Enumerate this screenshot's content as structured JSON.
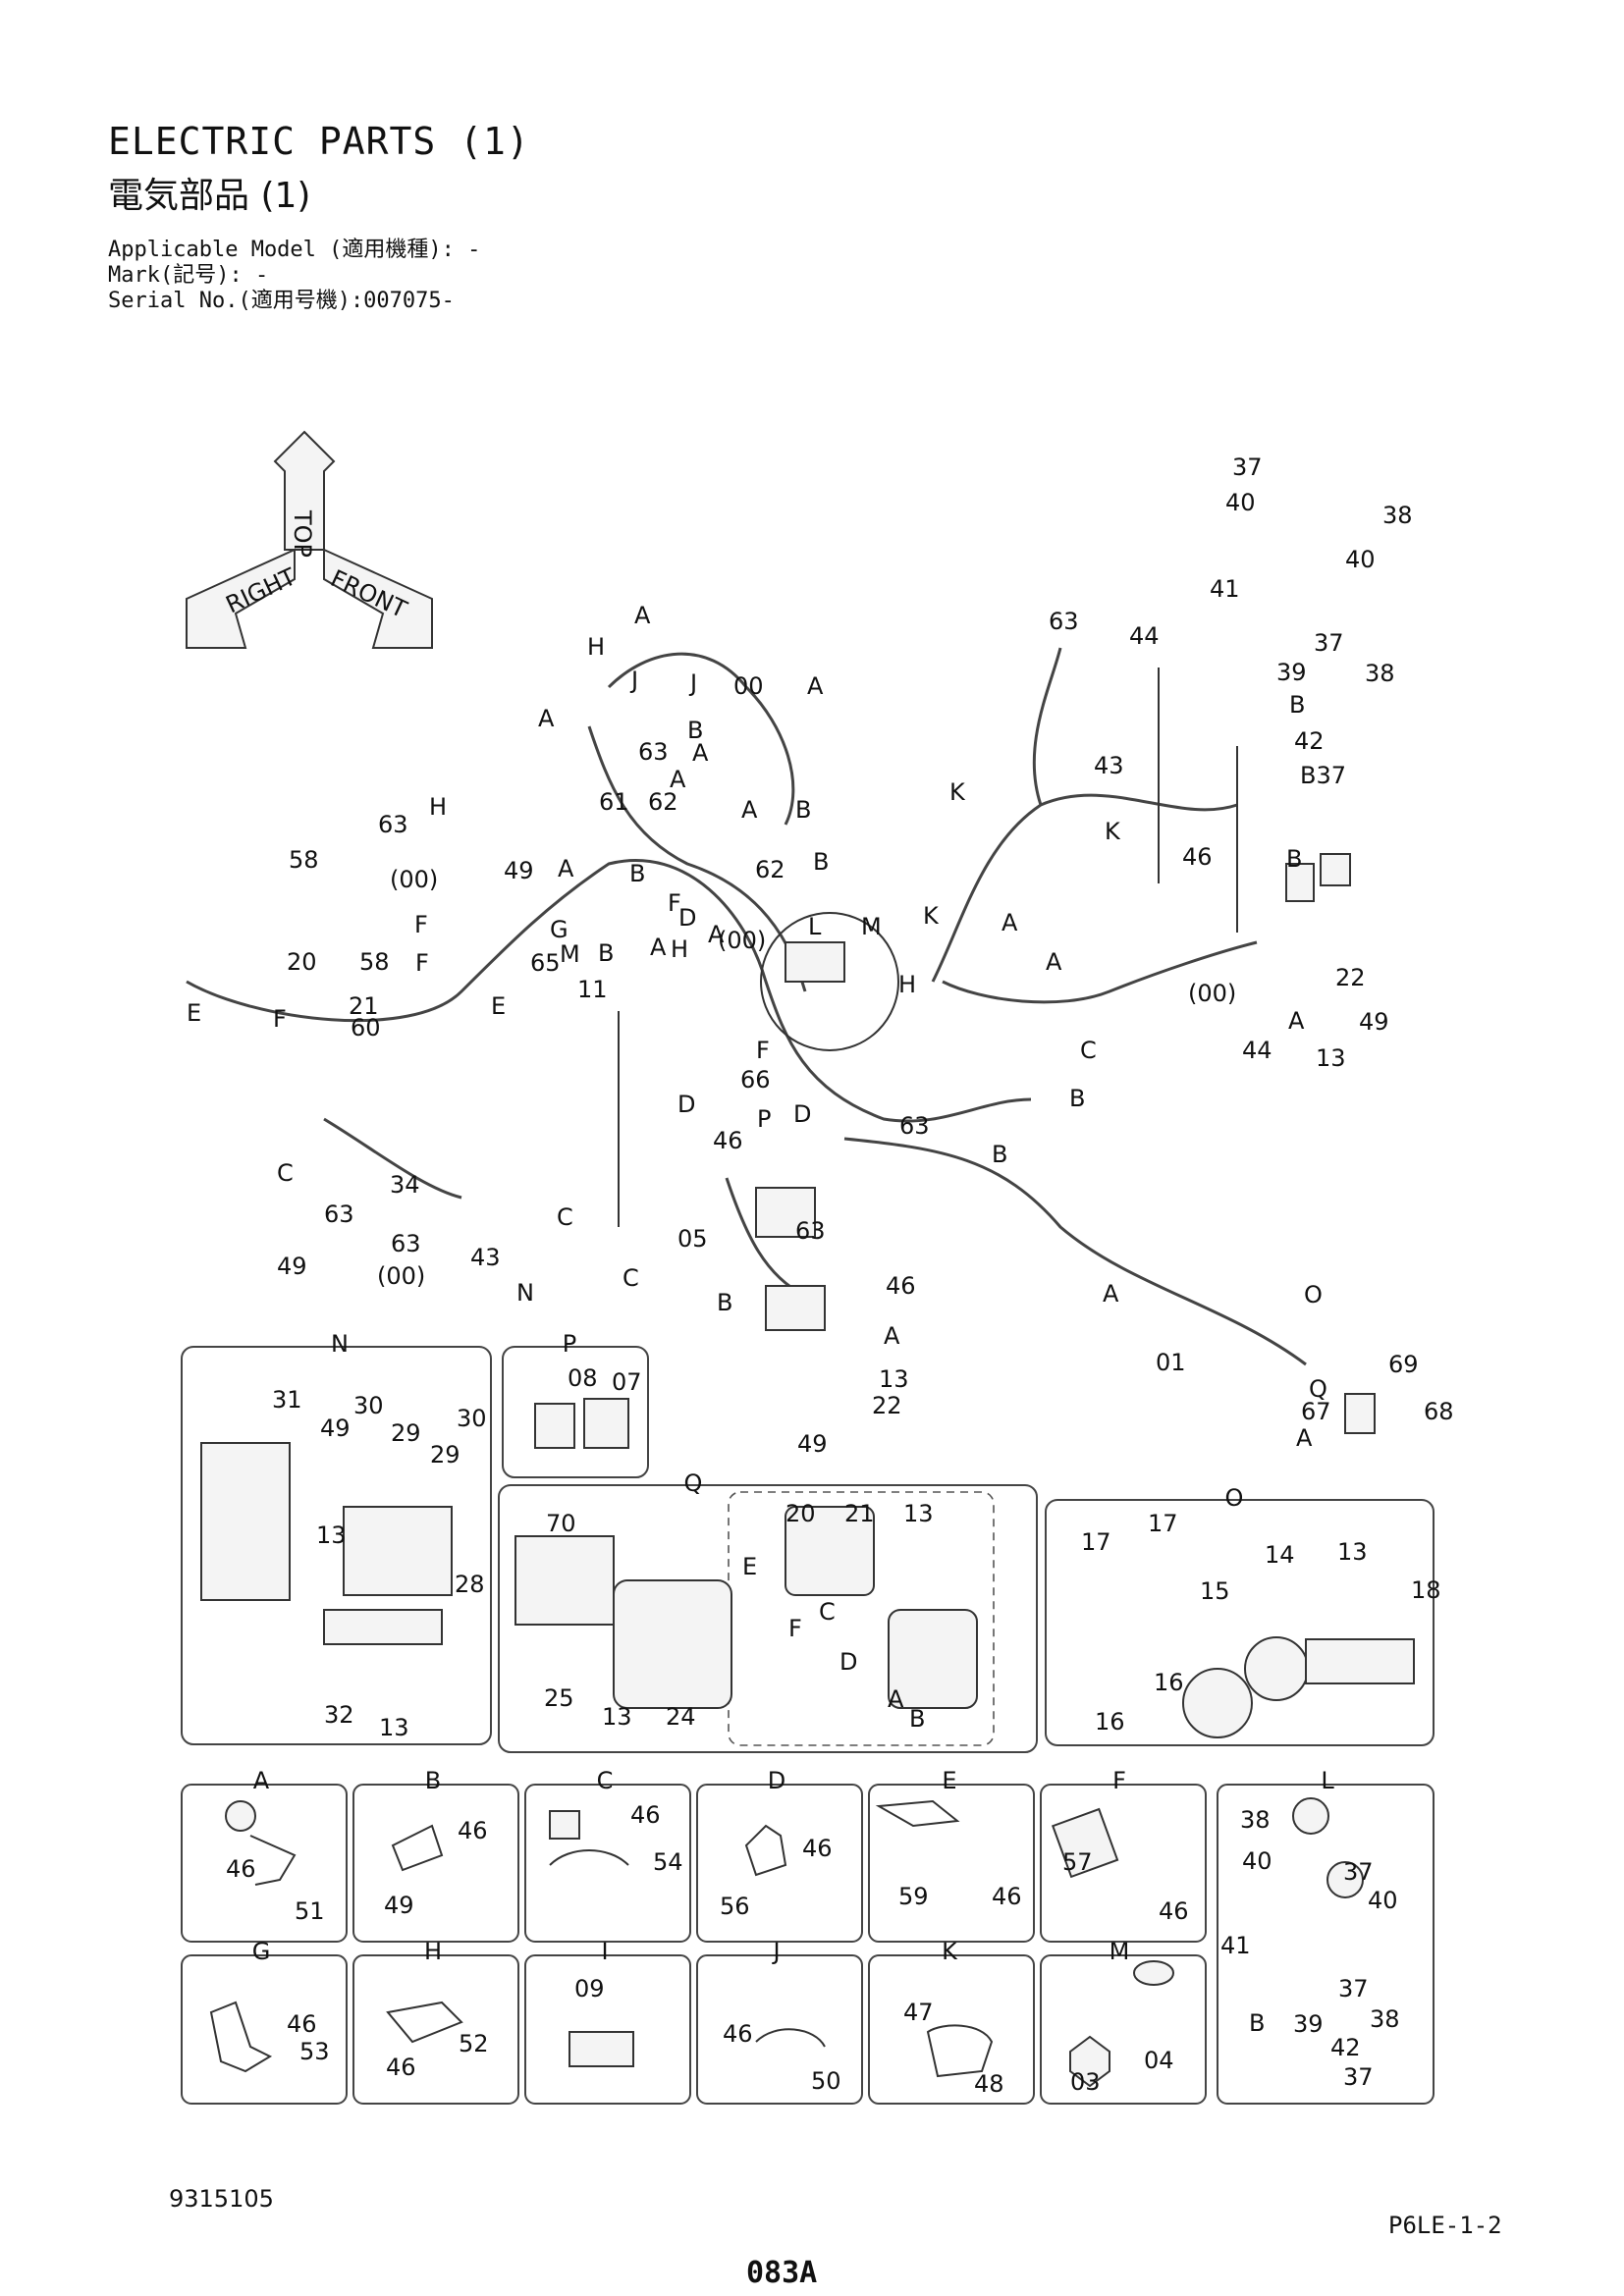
{
  "header": {
    "title_en": "ELECTRIC PARTS (1)",
    "title_jp": "電気部品 (1)",
    "applicable_model": "Applicable Model (適用機種): -",
    "mark": "Mark(記号): -",
    "serial": "Serial No.(適用号機):007075-"
  },
  "orientation_icon": {
    "top": "TOP",
    "right": "RIGHT",
    "front": "FRONT"
  },
  "main_callouts": [
    "37",
    "40",
    "38",
    "40",
    "41",
    "37",
    "39",
    "38",
    "B",
    "42",
    "B37",
    "44",
    "63",
    "43",
    "B",
    "46",
    "A",
    "H",
    "J",
    "00",
    "A",
    "A",
    "63",
    "J",
    "B",
    "A",
    "A",
    "B",
    "A",
    "63",
    "H",
    "61",
    "62",
    "K",
    "K",
    "B",
    "58",
    "(00)",
    "49",
    "A",
    "B",
    "62",
    "K",
    "F",
    "F",
    "G",
    "M",
    "B",
    "F",
    "D",
    "A",
    "H",
    "A",
    "M",
    "A",
    "A",
    "22",
    "(00)",
    "L",
    "H",
    "(00)",
    "A",
    "49",
    "20",
    "58",
    "65",
    "11",
    "44",
    "13",
    "21",
    "60",
    "E",
    "E",
    "F",
    "C",
    "F",
    "66",
    "D",
    "B",
    "D",
    "46",
    "P",
    "B",
    "C",
    "34",
    "63",
    "C",
    "63",
    "43",
    "63",
    "49",
    "(00)",
    "05",
    "63",
    "C",
    "N",
    "46",
    "A",
    "O",
    "B",
    "Q",
    "01",
    "67",
    "A",
    "69",
    "68",
    "A",
    "13",
    "22",
    "49",
    "20",
    "21",
    "13"
  ],
  "detail_boxes": {
    "N": {
      "label": "N",
      "callouts": [
        "31",
        "30",
        "49",
        "29",
        "30",
        "29",
        "13",
        "28",
        "32",
        "13"
      ]
    },
    "P": {
      "label": "P",
      "callouts": [
        "08",
        "07"
      ]
    },
    "Q": {
      "label": "Q",
      "callouts": [
        "70",
        "E",
        "C",
        "F",
        "D",
        "A",
        "B",
        "25",
        "13",
        "24"
      ]
    },
    "O": {
      "label": "O",
      "callouts": [
        "17",
        "17",
        "14",
        "13",
        "18",
        "15",
        "16",
        "16"
      ]
    },
    "A": {
      "label": "A",
      "callouts": [
        "46",
        "51"
      ]
    },
    "B": {
      "label": "B",
      "callouts": [
        "46",
        "49"
      ]
    },
    "C": {
      "label": "C",
      "callouts": [
        "46",
        "54"
      ]
    },
    "D": {
      "label": "D",
      "callouts": [
        "46",
        "56"
      ]
    },
    "E": {
      "label": "E",
      "callouts": [
        "59",
        "46"
      ]
    },
    "F": {
      "label": "F",
      "callouts": [
        "57",
        "46"
      ]
    },
    "L": {
      "label": "L",
      "callouts": [
        "38",
        "40",
        "37",
        "40",
        "41",
        "37",
        "39",
        "38",
        "B",
        "42",
        "37"
      ]
    },
    "G": {
      "label": "G",
      "callouts": [
        "46",
        "53"
      ]
    },
    "H": {
      "label": "H",
      "callouts": [
        "52",
        "46"
      ]
    },
    "I": {
      "label": "I",
      "callouts": [
        "09"
      ]
    },
    "J": {
      "label": "J",
      "callouts": [
        "46",
        "50"
      ]
    },
    "K": {
      "label": "K",
      "callouts": [
        "47",
        "48"
      ]
    },
    "M": {
      "label": "M",
      "callouts": [
        "03",
        "04"
      ]
    }
  },
  "footer": {
    "drawing_id": "9315105",
    "page_ref": "P6LE-1-2",
    "page_number": "083A"
  }
}
